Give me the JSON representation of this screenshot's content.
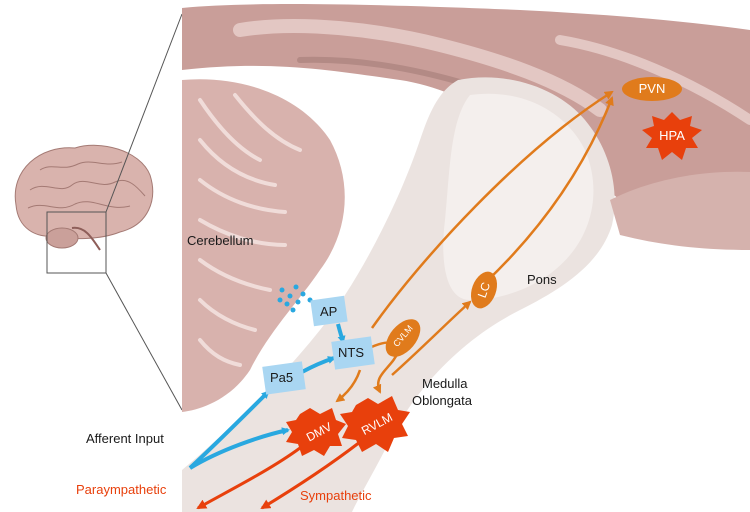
{
  "regions": {
    "cerebellum": "Cerebellum",
    "pons": "Pons",
    "medulla_line1": "Medulla",
    "medulla_line2": "Oblongata"
  },
  "nuclei": {
    "pvn": "PVN",
    "hpa": "HPA",
    "lc": "LC",
    "cvlm": "CVLM",
    "rvlm": "RVLM",
    "dmv": "DMV",
    "ap": "AP",
    "nts": "NTS",
    "pa5": "Pa5"
  },
  "pathways": {
    "afferent": "Afferent Input",
    "parasympathetic": "Paraympathetic",
    "sympathetic": "Sympathetic"
  },
  "colors": {
    "afferent": "#29a8e0",
    "central": "#e07b1c",
    "efferent": "#e8400c",
    "nucleus_box": "#a9d6f2"
  }
}
